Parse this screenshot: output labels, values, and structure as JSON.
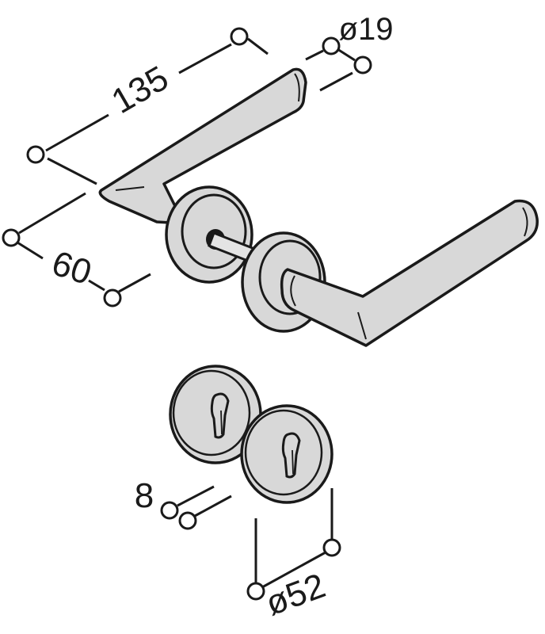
{
  "dimensions": {
    "handle_length": "135",
    "handle_diameter": "ø19",
    "handle_projection": "60",
    "escutcheon_thickness": "8",
    "escutcheon_diameter": "ø52"
  },
  "colors": {
    "stroke": "#1a1a1a",
    "part_fill": "#d8d8d8",
    "spindle_fill": "#e4e4e4",
    "background": "#ffffff"
  }
}
